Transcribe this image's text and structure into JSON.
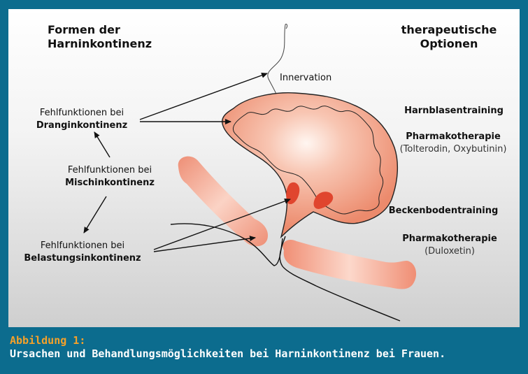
{
  "left_heading": [
    "Formen der",
    "Harninkontinenz"
  ],
  "right_heading": [
    "therapeutische",
    "Optionen"
  ],
  "innervation_label": "Innervation",
  "labels": {
    "drang": {
      "line1": "Fehlfunktionen bei",
      "line2": "Dranginkontinenz"
    },
    "misch": {
      "line1": "Fehlfunktionen bei",
      "line2": "Mischinkontinenz"
    },
    "belastung": {
      "line1": "Fehlfunktionen bei",
      "line2": "Belastungsinkontinenz"
    }
  },
  "options": {
    "harnblasentraining": "Harnblasentraining",
    "pharma1_title": "Pharmakotherapie",
    "pharma1_sub": "(Tolterodin, Oxybutinin)",
    "beckenbodentraining": "Beckenbodentraining",
    "pharma2_title": "Pharmakotherapie",
    "pharma2_sub": "(Duloxetin)"
  },
  "caption": {
    "title": "Abbildung 1:",
    "text": "Ursachen und Behandlungsmöglichkeiten bei Harninkontinenz bei Frauen."
  },
  "colors": {
    "frame": "#0c6c8e",
    "caption_title": "#f4a12a",
    "bladder": "#f19b80",
    "bone": "#f2a088"
  }
}
